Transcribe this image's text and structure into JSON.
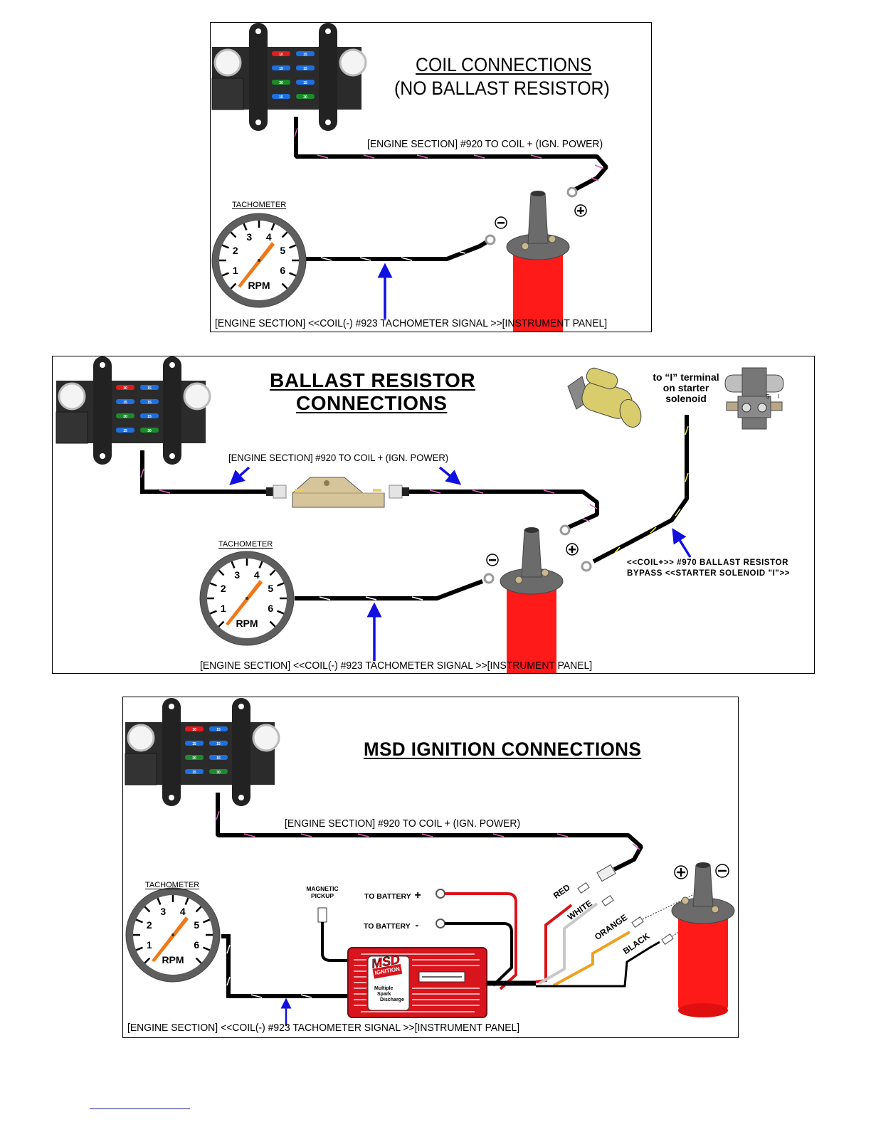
{
  "colors": {
    "coil_red": "#ff1a1a",
    "coil_cap": "#6b6b6b",
    "arrow_blue": "#1010e0",
    "ign_tracer": "#e060c0",
    "bypass_tracer": "#f5f040",
    "msd_red": "#d8141c",
    "tach_needle": "#f07818",
    "starter_yellow": "#d8cc6c",
    "resistor_tan": "#d6c49a",
    "wire_orange": "#f0a020",
    "wire_white": "#c8c8c8"
  },
  "fuse_block": {
    "fuses_left": [
      {
        "rating": "10",
        "color": "#e21b1b"
      },
      {
        "rating": "15",
        "color": "#1f6fe0"
      },
      {
        "rating": "30",
        "color": "#1d8a2e"
      },
      {
        "rating": "15",
        "color": "#1f6fe0"
      }
    ],
    "fuses_right": [
      {
        "rating": "15",
        "color": "#1f6fe0"
      },
      {
        "rating": "15",
        "color": "#1f6fe0"
      },
      {
        "rating": "15",
        "color": "#1f6fe0"
      },
      {
        "rating": "30",
        "color": "#1d8a2e"
      }
    ]
  },
  "tachometer": {
    "label": "TACHOMETER",
    "dial_numbers": [
      "1",
      "2",
      "3",
      "4",
      "5",
      "6"
    ],
    "unit": "RPM"
  },
  "panel1": {
    "title_line1": "COIL CONNECTIONS",
    "title_line2": "(NO BALLAST RESISTOR)",
    "ign_power_label": "[ENGINE SECTION] #920 TO COIL + (IGN. POWER)",
    "tach_signal_label": "[ENGINE SECTION] <<COIL(-) #923 TACHOMETER SIGNAL >>[INSTRUMENT PANEL]",
    "coil_minus": "−",
    "coil_plus": "+"
  },
  "panel2": {
    "title_line1": "BALLAST RESISTOR",
    "title_line2": "CONNECTIONS",
    "ign_power_label": "[ENGINE SECTION] #920 TO COIL + (IGN. POWER)",
    "solenoid_note_line1": "to “I” terminal",
    "solenoid_note_line2": "on starter",
    "solenoid_note_line3": "solenoid",
    "solenoid_terminal_s": "S",
    "solenoid_terminal_i": "I",
    "bypass_label_line1": "<<COIL+>> #970 BALLAST RESISTOR",
    "bypass_label_line2": "BYPASS <<STARTER SOLENOID \"I\">>",
    "tach_signal_label": "[ENGINE SECTION] <<COIL(-) #923 TACHOMETER SIGNAL >>[INSTRUMENT PANEL]",
    "coil_minus": "−",
    "coil_plus": "+"
  },
  "panel3": {
    "title": "MSD IGNITION CONNECTIONS",
    "ign_power_label": "[ENGINE SECTION] #920 TO COIL + (IGN. POWER)",
    "magnetic_pickup_line1": "MAGNETIC",
    "magnetic_pickup_line2": "PICKUP",
    "battery_plus_label": "TO BATTERY",
    "battery_plus_sign": "+",
    "battery_minus_label": "TO BATTERY",
    "battery_minus_sign": "-",
    "msd_logo_line1": "MSD",
    "msd_logo_line2": "IGNITION",
    "msd_desc_line1": "Multiple",
    "msd_desc_line2": "Spark",
    "msd_desc_line3": "Discharge",
    "wire_red": "RED",
    "wire_white": "WHITE",
    "wire_orange": "ORANGE",
    "wire_black": "BLACK",
    "tach_signal_label": "[ENGINE SECTION] <<COIL(-) #923 TACHOMETER SIGNAL >>[INSTRUMENT PANEL]",
    "coil_minus": "−",
    "coil_plus": "+"
  }
}
